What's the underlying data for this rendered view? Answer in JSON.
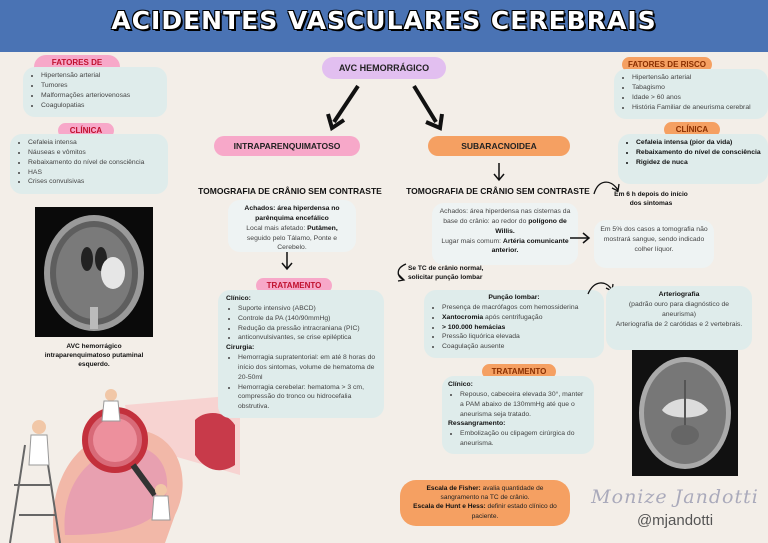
{
  "title": "ACIDENTES VASCULARES CEREBRAIS",
  "avc_type": "AVC HEMORRÁGICO",
  "left": {
    "risk_tag": "FATORES DE RISCO",
    "risk_items": [
      "Hipertensão arterial",
      "Tumores",
      "Malformações arteriovenosas",
      "Coagulopatias"
    ],
    "clinic_tag": "CLÍNICA",
    "clinic_items": [
      "Cefaleia intensa",
      "Náuseas e vômitos",
      "Rebaixamento do nível de consciência",
      "HAS",
      "Crises convulsivas"
    ],
    "ct_caption": "AVC hemorrágico intraparenquimatoso putaminal esquerdo."
  },
  "intra": {
    "title": "INTRAPARENQUIMATOSO",
    "exam": "TOMOGRAFIA DE CRÂNIO SEM CONTRASTE",
    "findings_a": "Achados: área hiperdensa no parênquima encefálico",
    "findings_b": "Local mais afetado:",
    "findings_c": "Putâmen,",
    "findings_d": "seguido pelo Tálamo, Ponte e Cerebelo.",
    "treat_tag": "TRATAMENTO",
    "clinico_label": "Clínico:",
    "clinico_items": [
      "Suporte intensivo (ABCD)",
      "Controle da PA (140/90mmHg)",
      "Redução da pressão intracraniana (PIC)",
      "anticonvulsivantes, se crise epiléptica"
    ],
    "cirurgia_label": "Cirurgia:",
    "cirurgia_items": [
      "Hemorragia supratentorial: em até 8 horas do início dos sintomas, volume de hematoma de 20-50ml",
      "Hemorragia cerebelar: hematoma > 3 cm, compressão do tronco ou hidrocefalia obstrutiva."
    ]
  },
  "sub": {
    "title": "SUBARACNOIDEA",
    "exam": "TOMOGRAFIA DE CRÂNIO SEM CONTRASTE",
    "timing": "Em 6 h depois do início dos sintomas",
    "findings_a": "Achados: área hiperdensa nas cisternas da base do crânio: ao redor do",
    "findings_b": "polígono de Willis.",
    "findings_c": "Lugar mais comum:",
    "findings_d": "Artéria comunicante anterior.",
    "note_5": "Em 5% dos casos a tomografia não mostrará sangue, sendo indicado colher líquor.",
    "if_ct_normal": "Se TC de crânio normal, solicitar punção lombar",
    "lp_title": "Punção lombar:",
    "lp_items": [
      {
        "bold": "",
        "text": "Presença de macrófagos com hemossiderina"
      },
      {
        "bold": "Xantocromia",
        "text": " após centrifugação"
      },
      {
        "bold": "> 100.000 hemácias",
        "text": ""
      },
      {
        "bold": "",
        "text": "Pressão liquórica elevada"
      },
      {
        "bold": "",
        "text": "Coagulação ausente"
      }
    ],
    "arterio_title": "Arteriografia",
    "arterio_sub": "(padrão ouro para diagnóstico de aneurisma)",
    "arterio_text": "Arteriografia de 2 carótidas e 2 vertebrais.",
    "treat_tag": "TRATAMENTO",
    "clinico_label": "Clínico:",
    "clinico_items": [
      "Repouso, cabeceira elevada 30°, manter a PAM abaixo de 130mmHg até que o aneurisma seja tratado."
    ],
    "ressang_label": "Ressangramento:",
    "ressang_items": [
      "Embolização ou clipagem cirúrgica do aneurisma."
    ],
    "fisher_bold": "Escala de Fisher:",
    "fisher_text": " avalia quantidade de sangramento na TC de crânio.",
    "hunt_bold": "Escala de Hunt e Hess:",
    "hunt_text": " definir estado clínico do paciente."
  },
  "right": {
    "risk_tag": "FATORES DE RISCO",
    "risk_items": [
      "Hipertensão arterial",
      "Tabagismo",
      "Idade > 60 anos",
      "História Familiar de aneurisma cerebral"
    ],
    "clinic_tag": "CLÍNICA",
    "clinic_items": [
      "Cefaleia intensa (pior da vida)",
      "Rebaixamento do nível de consciência",
      "Rigidez de nuca"
    ]
  },
  "signature": "Monize Jandotti",
  "handle": "@mjandotti",
  "colors": {
    "banner": "#4a73b4",
    "pink": "#f7a8c9",
    "orange": "#f5a062",
    "card": "#dfeceb",
    "bg": "#f3eee8"
  }
}
